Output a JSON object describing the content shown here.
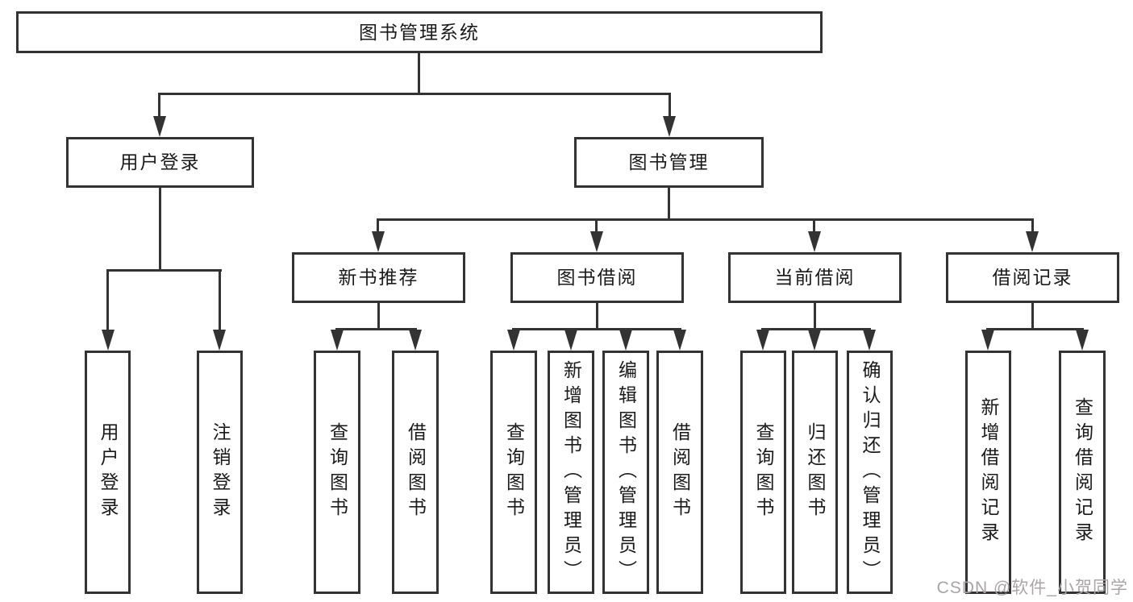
{
  "diagram": {
    "root": {
      "label": "图书管理系统"
    },
    "branches": [
      {
        "label": "用户登录",
        "children": [
          {
            "label": "用户登录"
          },
          {
            "label": "注销登录"
          }
        ]
      },
      {
        "label": "图书管理",
        "children": [
          {
            "label": "新书推荐",
            "children": [
              {
                "label": "查询图书"
              },
              {
                "label": "借阅图书"
              }
            ]
          },
          {
            "label": "图书借阅",
            "children": [
              {
                "label": "查询图书"
              },
              {
                "label": "新增图书（管理员）"
              },
              {
                "label": "编辑图书（管理员）"
              },
              {
                "label": "借阅图书"
              }
            ]
          },
          {
            "label": "当前借阅",
            "children": [
              {
                "label": "查询图书"
              },
              {
                "label": "归还图书"
              },
              {
                "label": "确认归还（管理员）"
              }
            ]
          },
          {
            "label": "借阅记录",
            "children": [
              {
                "label": "新增借阅记录"
              },
              {
                "label": "查询借阅记录"
              }
            ]
          }
        ]
      }
    ]
  },
  "watermark": {
    "text": "CSDN @软件_小贺同学"
  },
  "colors": {
    "line": "#333333",
    "box_border": "#333333",
    "text": "#1a1a1a",
    "background": "#ffffff",
    "watermark": "#a9a5a5"
  }
}
